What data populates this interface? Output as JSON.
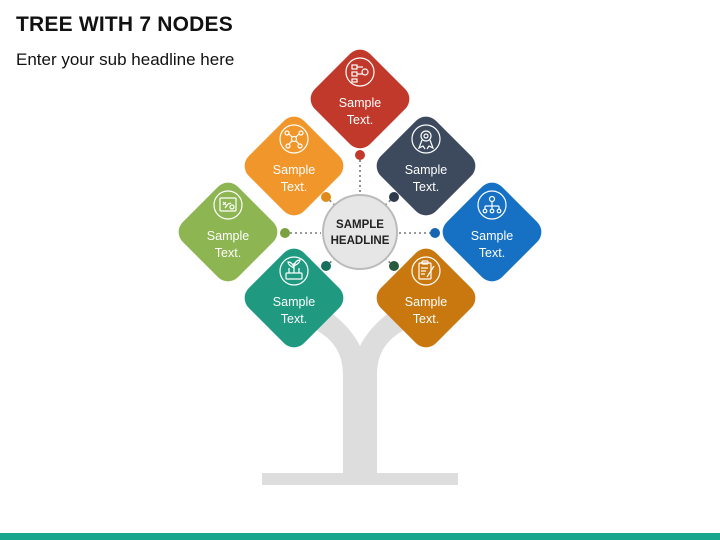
{
  "title": "TREE WITH 7 NODES",
  "subtitle": "Enter your sub headline here",
  "center": {
    "line1": "SAMPLE",
    "line2": "HEADLINE"
  },
  "nodes": [
    {
      "id": "top",
      "line1": "Sample",
      "line2": "Text.",
      "color": "#c0392b",
      "icon": "flowchart-icon"
    },
    {
      "id": "upper-left",
      "line1": "Sample",
      "line2": "Text.",
      "color": "#f0962a",
      "icon": "network-icon"
    },
    {
      "id": "upper-right",
      "line1": "Sample",
      "line2": "Text.",
      "color": "#3d4a5e",
      "icon": "award-ribbon-icon"
    },
    {
      "id": "left",
      "line1": "Sample",
      "line2": "Text.",
      "color": "#8db552",
      "icon": "strategy-board-icon"
    },
    {
      "id": "right",
      "line1": "Sample",
      "line2": "Text.",
      "color": "#1670c4",
      "icon": "organization-chart-icon"
    },
    {
      "id": "lower-left",
      "line1": "Sample",
      "line2": "Text.",
      "color": "#1f9a80",
      "icon": "plant-growth-icon"
    },
    {
      "id": "lower-right",
      "line1": "Sample",
      "line2": "Text.",
      "color": "#c8780e",
      "icon": "clipboard-pencil-icon"
    }
  ],
  "colors": {
    "trunk": "#dddddd",
    "center_fill": "#e6e6e6",
    "center_stroke": "#bbbbbb",
    "accent_bar": "#1aa68c"
  }
}
